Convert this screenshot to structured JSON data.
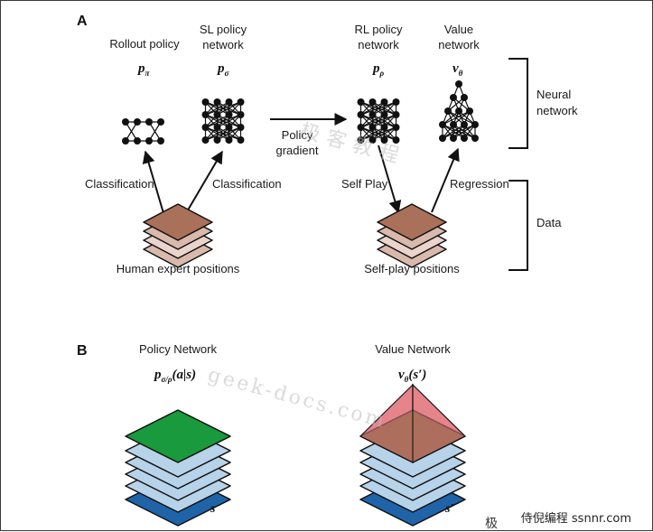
{
  "panels": {
    "a": "A",
    "b": "B"
  },
  "panel_a": {
    "rollout": {
      "title_lines": [
        "Rollout policy"
      ],
      "symbol": "p",
      "subscript": "π"
    },
    "sl": {
      "title_lines": [
        "SL policy",
        "network"
      ],
      "symbol": "p",
      "subscript": "σ"
    },
    "rl": {
      "title_lines": [
        "RL policy",
        "network"
      ],
      "symbol": "p",
      "subscript": "ρ"
    },
    "value": {
      "title_lines": [
        "Value",
        "network"
      ],
      "symbol": "v",
      "subscript": "θ"
    },
    "neural_network": [
      "Neural",
      "network"
    ],
    "data": "Data",
    "policy_gradient": [
      "Policy",
      "gradient"
    ],
    "classification_left": "Classification",
    "classification_right": "Classification",
    "self_play": "Self Play",
    "regression": "Regression",
    "human_positions": "Human expert positions",
    "selfplay_positions": "Self-play positions"
  },
  "panel_b": {
    "policy_title": "Policy Network",
    "policy_formula": {
      "symbol": "p",
      "subscript": "σ/ρ",
      "rest": "(a|s)"
    },
    "value_title": "Value Network",
    "value_formula": {
      "symbol": "v",
      "subscript": "θ",
      "rest": "(s′)"
    },
    "policy_input": "s",
    "value_input": "s′"
  },
  "watermarks": [
    "极客教程",
    "geek-docs.com",
    "极"
  ],
  "footer": "侍倪编程 ssnnr.com",
  "colors": {
    "board_brown": "#a9705a",
    "board_layer_light": "#ead4cb",
    "board_layer_mid": "#d9b9ac",
    "policy_top": "#199a3c",
    "layer_light_blue": "#b7d3ea",
    "layer_dark_blue": "#1f64a8",
    "pyramid_red": "#e57f86",
    "pyramid_brown": "#6a5b2e"
  }
}
